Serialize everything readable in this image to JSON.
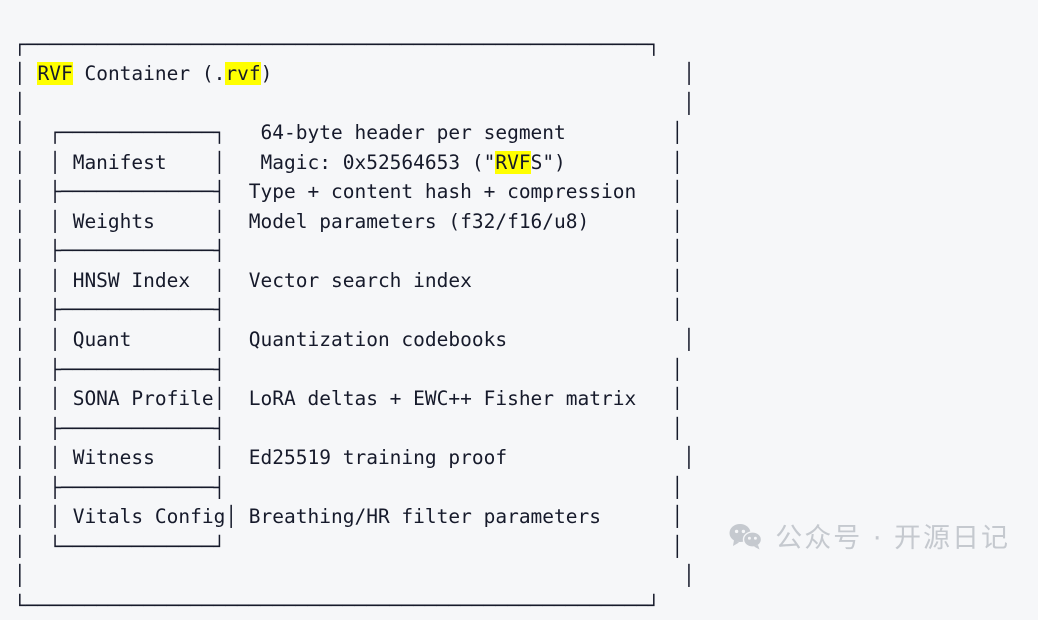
{
  "page": {
    "background_color": "#f6f7f9",
    "text_color": "#161a2b",
    "highlight_color": "#ffff00",
    "watermark_color": "#c5c9cf"
  },
  "diagram": {
    "type": "ascii-box-diagram",
    "title": "RVF Container (.rvf)",
    "title_highlights": [
      "RVF",
      "rvf"
    ],
    "header_note_lines": [
      "64-byte header per segment",
      "Magic: 0x52564653 (\"RVFS\")",
      "Type + content hash + compression"
    ],
    "magic_highlight": "RVF",
    "segments": [
      {
        "name": "Manifest",
        "description": ""
      },
      {
        "name": "Weights",
        "description": "Model parameters (f32/f16/u8)"
      },
      {
        "name": "HNSW Index",
        "description": "Vector search index"
      },
      {
        "name": "Quant",
        "description": "Quantization codebooks"
      },
      {
        "name": "SONA Profile",
        "description": "LoRA deltas + EWC++ Fisher matrix"
      },
      {
        "name": "Witness",
        "description": "Ed25519 training proof"
      },
      {
        "name": "Vitals Config",
        "description": "Breathing/HR filter parameters"
      }
    ],
    "lines": [
      {
        "id": "outer-top",
        "text": "┌─────────────────────────────────────────────────────┐"
      },
      {
        "id": "title-row",
        "text": "│ RVF Container (.rvf)                                   │"
      },
      {
        "id": "blank-1",
        "text": "│                                                        │"
      },
      {
        "id": "inner-top",
        "text": "│  ┌─────────────┐   64-byte header per segment         │"
      },
      {
        "id": "row-manifest",
        "text": "│  │ Manifest    │   Magic: 0x52564653 (\"RVFS\")         │"
      },
      {
        "id": "div-1",
        "text": "│  ├─────────────┤  Type + content hash + compression   │"
      },
      {
        "id": "row-weights",
        "text": "│  │ Weights     │  Model parameters (f32/f16/u8)       │"
      },
      {
        "id": "div-2",
        "text": "│  ├─────────────┤                                      │"
      },
      {
        "id": "row-hnsw",
        "text": "│  │ HNSW Index  │  Vector search index                 │"
      },
      {
        "id": "div-3",
        "text": "│  ├─────────────┤                                      │"
      },
      {
        "id": "row-quant",
        "text": "│  │ Quant       │  Quantization codebooks               │"
      },
      {
        "id": "div-4",
        "text": "│  ├─────────────┤                                      │"
      },
      {
        "id": "row-sona",
        "text": "│  │ SONA Profile│  LoRA deltas + EWC++ Fisher matrix   │"
      },
      {
        "id": "div-5",
        "text": "│  ├─────────────┤                                      │"
      },
      {
        "id": "row-witness",
        "text": "│  │ Witness     │  Ed25519 training proof               │"
      },
      {
        "id": "div-6",
        "text": "│  ├─────────────┤                                      │"
      },
      {
        "id": "row-vitals",
        "text": "│  │ Vitals Config│ Breathing/HR filter parameters      │"
      },
      {
        "id": "inner-bottom",
        "text": "│  └─────────────┘                                      │"
      },
      {
        "id": "blank-2",
        "text": "│                                                        │"
      },
      {
        "id": "outer-bottom",
        "text": "└─────────────────────────────────────────────────────┘"
      }
    ]
  },
  "watermark": {
    "icon": "wechat-icon",
    "text": "公众号 · 开源日记"
  }
}
